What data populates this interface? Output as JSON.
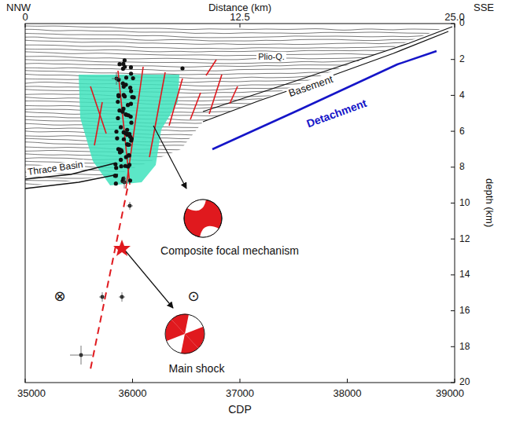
{
  "diagram": {
    "labels": [
      "NNW",
      "Distance (km)",
      "SSE",
      "0",
      "12.5",
      "25.0",
      "0",
      "2",
      "4",
      "6",
      "8",
      "10",
      "12",
      "14",
      "16",
      "18",
      "20",
      "depth (km)",
      "35000",
      "36000",
      "37000",
      "38000",
      "39000",
      "CDP",
      "Plio-Q.",
      "Basement",
      "Detachment",
      "Thrace Basin",
      "Composite focal mechanism",
      "Main shock",
      "⊗",
      "⊙"
    ]
  }
}
